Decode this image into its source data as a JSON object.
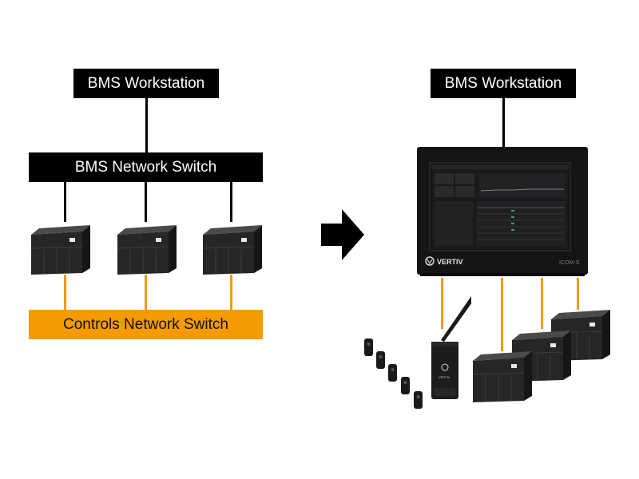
{
  "left": {
    "workstation_label": "BMS Workstation",
    "network_switch_label": "BMS Network Switch",
    "controls_switch_label": "Controls Network Switch"
  },
  "right": {
    "workstation_label": "BMS Workstation",
    "monitor_brand": "VERTIV",
    "monitor_model": "ICOM-S",
    "gateway_brand": "VERTIV"
  },
  "colors": {
    "box_black": "#000000",
    "controls_orange": "#f59a00",
    "unit_body": "#2b2b2b"
  },
  "icons": {
    "transition_arrow": "right-arrow-icon",
    "cooling_unit": "cooling-unit-icon",
    "sensor": "wireless-sensor-icon"
  }
}
